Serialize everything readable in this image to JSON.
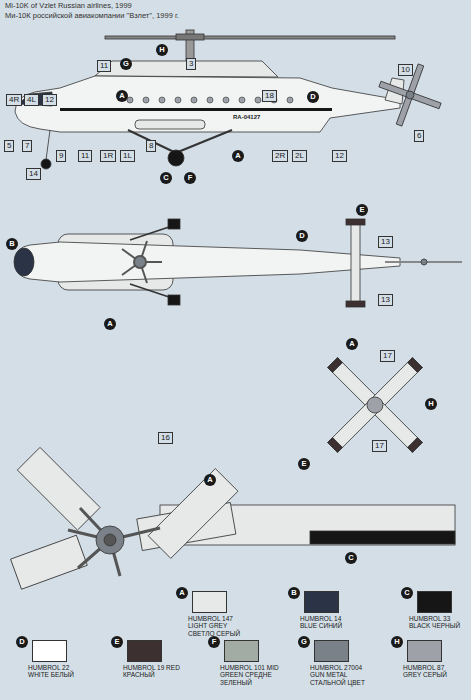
{
  "diagram": {
    "title": "Mi-10K of Vzlet Russian airlines, 1999",
    "labels": [
      "Ми-10К российской авиакомпании \"Взлет\", 1999 г.",
      "11",
      "G",
      "H",
      "3",
      "4R",
      "4L",
      "12",
      "A",
      "18",
      "D",
      "10",
      "RA-04127",
      "5",
      "7",
      "9",
      "14",
      "11",
      "1R",
      "1L",
      "8",
      "C",
      "F",
      "A",
      "2R",
      "2L",
      "12",
      "6",
      "B",
      "D",
      "E",
      "13",
      "13",
      "A",
      "A",
      "17",
      "H",
      "17",
      "E",
      "16",
      "A",
      "C",
      "A",
      "B",
      "C",
      "D",
      "E",
      "F",
      "G",
      "H"
    ],
    "legend": [
      {
        "text": "HUMBROL 147 LIGHT GREY СВЕТЛО СЕРЫЙ",
        "color": "#e6e9e8"
      },
      {
        "text": "HUMBROL 14 BLUE СИНИЙ",
        "color": "#2b3446"
      },
      {
        "text": "HUMBROL 33 BLACK ЧЕРНЫЙ",
        "color": "#161616"
      },
      {
        "text": "HUMBROL 22 WHITE БЕЛЫЙ",
        "color": "#ffffff"
      },
      {
        "text": "HUMBROL 19 RED КРАСНЫЙ",
        "color": "#3c3030"
      },
      {
        "text": "HUMBROL 101 MID GREEN СРЕДНЕ ЗЕЛЕНЫЙ",
        "color": "#a3aba5"
      },
      {
        "text": "HUMBROL 27004 GUN METAL СТАЛЬНОЙ ЦВЕТ",
        "color": "#7b8189"
      },
      {
        "text": "HUMBROL 87 GREY СЕРЫЙ",
        "color": "#9ea2a8"
      }
    ]
  }
}
